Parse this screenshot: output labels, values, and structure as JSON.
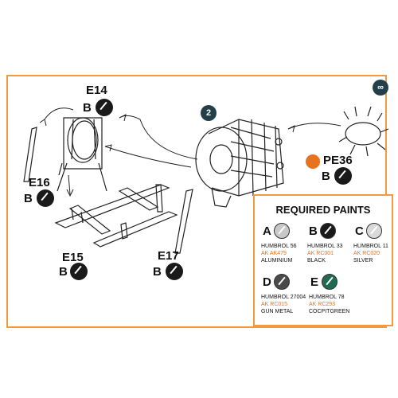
{
  "parts": {
    "e14": {
      "label": "E14",
      "color_code": "B"
    },
    "e16": {
      "label": "E16",
      "color_code": "B"
    },
    "e15": {
      "label": "E15",
      "color_code": "B"
    },
    "e17": {
      "label": "E17",
      "color_code": "B"
    },
    "pe36": {
      "label": "PE36",
      "color_code": "B"
    }
  },
  "steps": {
    "engine_step": "2",
    "cage_step": "∞"
  },
  "paints": {
    "title": "REQUIRED PAINTS",
    "items": [
      {
        "letter": "A",
        "line1": "HUMBROL 56",
        "line2": "AK AK479",
        "line3": "ALUMINIUM",
        "color": "#c8c8c8"
      },
      {
        "letter": "B",
        "line1": "HUMBROL 33",
        "line2": "AK RC001",
        "line3": "BLACK",
        "color": "#1a1a1a"
      },
      {
        "letter": "C",
        "line1": "HUMBROL 11",
        "line2": "AK RC020",
        "line3": "SILVER",
        "color": "#d9d9d9"
      },
      {
        "letter": "D",
        "line1": "HUMBROL 27004",
        "line2": "AK RC015",
        "line3": "GUN METAL",
        "color": "#4a4a4a"
      },
      {
        "letter": "E",
        "line1": "HUMBROL 78",
        "line2": "AK RC293",
        "line3": "COCPITGREEN",
        "color": "#1f6b4f"
      }
    ]
  },
  "colors": {
    "frame": "#f39a3c",
    "step_badge": "#23404a",
    "ak_code": "#e8731f"
  }
}
